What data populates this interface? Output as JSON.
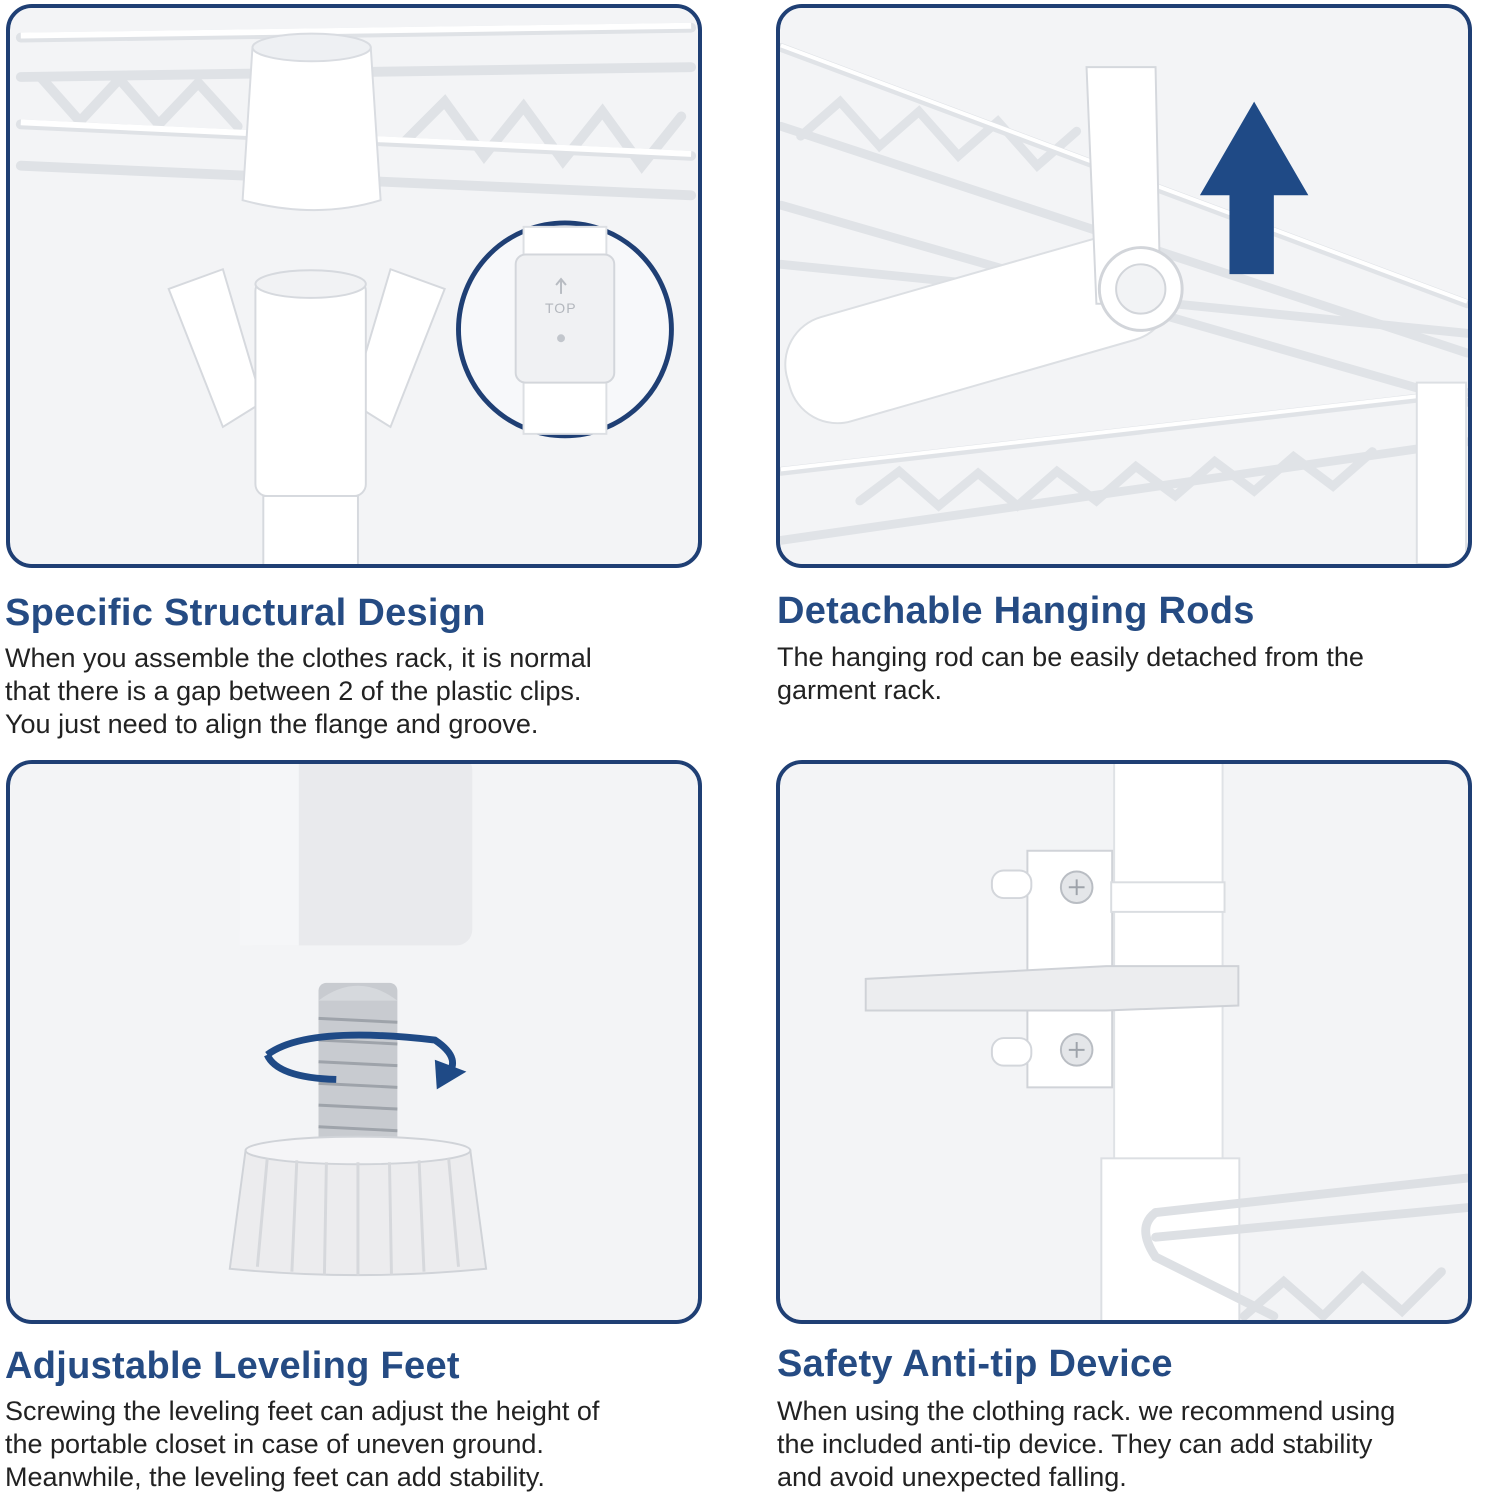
{
  "accent_color": "#1f3f74",
  "heading_color": "#254b83",
  "features": [
    {
      "title": "Specific Structural Design",
      "lines": [
        "When you assemble the clothes rack, it is normal",
        "that there is a gap between 2 of the plastic clips.",
        "You just need to align the flange and groove."
      ],
      "image_icon": "plastic-clip-connector-icon",
      "sleeve_label": "TOP"
    },
    {
      "title": "Detachable Hanging Rods",
      "lines": [
        "The hanging rod can be easily detached from the",
        "garment rack."
      ],
      "image_icon": "hanging-rod-hook-icon"
    },
    {
      "title": "Adjustable Leveling Feet",
      "lines": [
        "Screwing the leveling feet can adjust the height of",
        "the portable closet in case of uneven ground.",
        "Meanwhile, the leveling feet can add stability."
      ],
      "image_icon": "leveling-foot-screw-icon"
    },
    {
      "title": "Safety Anti-tip Device",
      "lines": [
        "When using the clothing rack. we recommend using",
        "the included anti-tip device. They can add stability",
        "and avoid unexpected falling."
      ],
      "image_icon": "anti-tip-bracket-icon"
    }
  ]
}
